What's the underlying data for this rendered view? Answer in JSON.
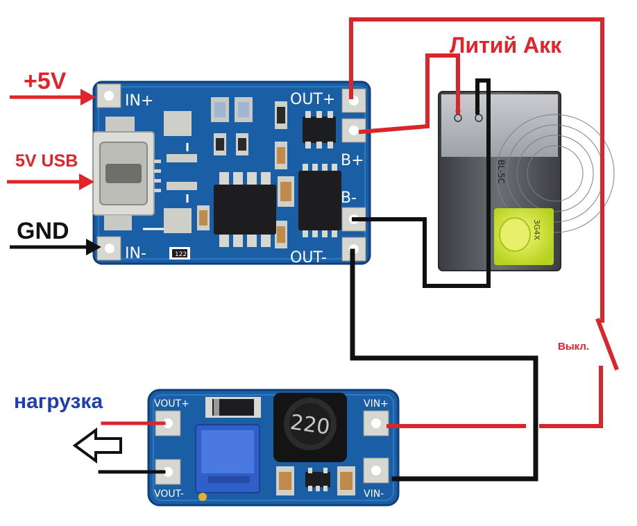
{
  "annotations": {
    "plus5v": "+5V",
    "usb5v": "5V USB",
    "gnd": "GND",
    "battery": "Литий Акк",
    "switch_off": "Выкл.",
    "load": "нагрузка"
  },
  "charger_board": {
    "in_plus": "IN+",
    "in_minus": "IN-",
    "out_plus": "OUT+",
    "out_minus": "OUT-",
    "b_plus": "B+",
    "b_minus": "B-",
    "smd_code": "122"
  },
  "boost_board": {
    "vout_plus": "VOUT+",
    "vout_minus": "VOUT-",
    "vin_plus": "VIN+",
    "vin_minus": "VIN-",
    "inductor_value": "220"
  },
  "battery_cell": {
    "pos_symbol": "+",
    "neg_symbol": "-",
    "side_code": "BL-5C",
    "sticker_code": "3G4X"
  },
  "colors": {
    "wire_red": "#d8262b",
    "wire_black": "#111111",
    "pcb_blue": "#1a5fa6",
    "label_red": "#e0242a",
    "label_blue": "#1f3fb0"
  }
}
